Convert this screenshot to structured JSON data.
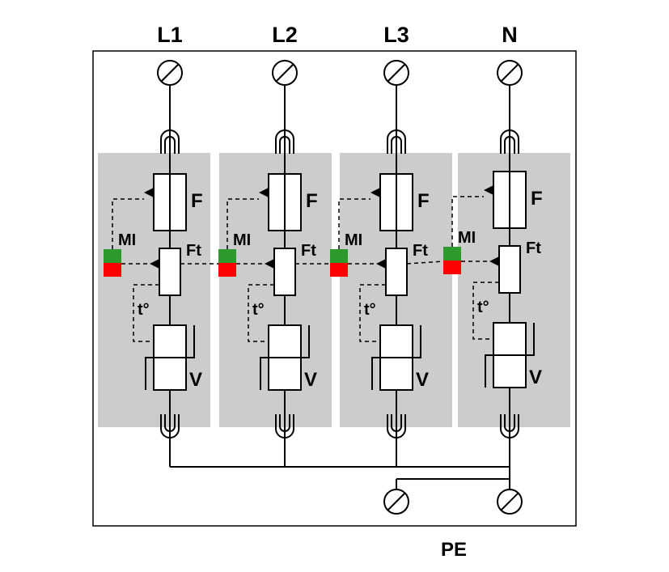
{
  "phases": [
    {
      "label": "L1",
      "fuse_label": "F",
      "indicator_label": "MI",
      "thermal_fuse_label": "Ft",
      "thermo_label": "t°",
      "varistor_label": "V"
    },
    {
      "label": "L2",
      "fuse_label": "F",
      "indicator_label": "MI",
      "thermal_fuse_label": "Ft",
      "thermo_label": "t°",
      "varistor_label": "V"
    },
    {
      "label": "L3",
      "fuse_label": "F",
      "indicator_label": "MI",
      "thermal_fuse_label": "Ft",
      "thermo_label": "t°",
      "varistor_label": "V"
    },
    {
      "label": "N",
      "fuse_label": "F",
      "indicator_label": "MI",
      "thermal_fuse_label": "Ft",
      "thermo_label": "t°",
      "varistor_label": "V"
    }
  ],
  "earth_label": "PE",
  "colors": {
    "module_fill": "#cccccc",
    "indicator_ok": "#2e9a2e",
    "indicator_fault": "#ff0000",
    "line": "#000000"
  }
}
